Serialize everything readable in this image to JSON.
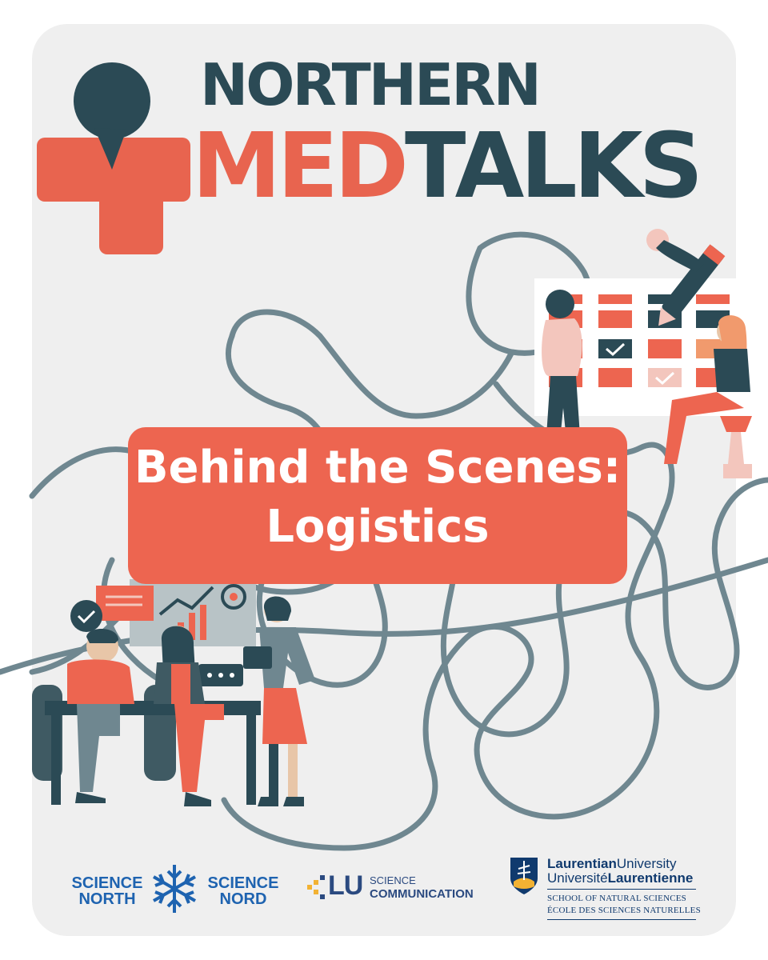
{
  "title": {
    "line1": "NORTHERN",
    "line2_accent": "MED",
    "line2_rest": "TALKS"
  },
  "banner": {
    "line1": "Behind the Scenes:",
    "line2": "Logistics"
  },
  "sponsors": {
    "science_north": {
      "en": "SCIENCE NORTH",
      "fr": "SCIENCE NORD",
      "en_l1": "SCIENCE",
      "en_l2": "NORTH",
      "fr_l1": "SCIENCE",
      "fr_l2": "NORD"
    },
    "lu_science": {
      "mark": "LU",
      "line1": "SCIENCE",
      "line2": "COMMUNICATION"
    },
    "laurentian": {
      "line1_a": "Laurentian",
      "line1_b": "University",
      "line2_a": "Université",
      "line2_b": "Laurentienne",
      "sub1": "SCHOOL OF NATURAL SCIENCES",
      "sub2": "ÉCOLE DES SCIENCES NATURELLES"
    }
  },
  "colors": {
    "accent": "#e8644f",
    "dark": "#2b4a55",
    "background": "#efefef",
    "science_north_blue": "#1e63b0"
  }
}
